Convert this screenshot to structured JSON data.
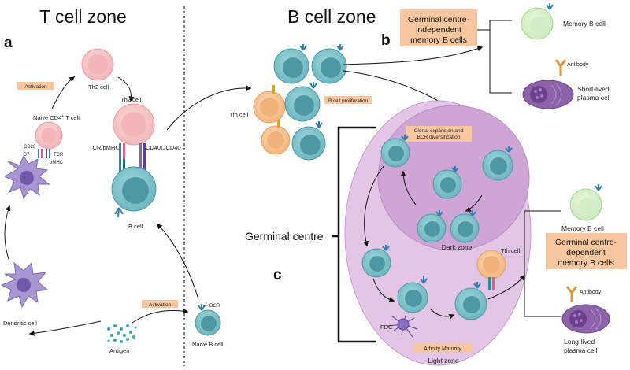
{
  "zones": {
    "t_cell": "T cell zone",
    "b_cell": "B cell zone"
  },
  "panels": {
    "a": "a",
    "b": "b",
    "c": "c"
  },
  "labels": {
    "th2_top": "Th2 cell",
    "th2_mid": "Th2 cell",
    "naive_cd4": "Naive CD4",
    "naive_cd4_sup": "+",
    "naive_cd4_tail": " T cell",
    "cd28": "CD28",
    "b7": "B7",
    "tcr_small": "TCR",
    "pmhc": "pMHC",
    "tcr_pmhc": "TCR/pMHC",
    "cd40": "CD40L/CD40",
    "b_cell": "B cell",
    "naive_b": "Naive B cell",
    "bcr": "BCR",
    "antigen": "Antigen",
    "dendritic": "Dendritic cell",
    "tfh_left": "Tfh cell",
    "tfh_right": "Tfh cell",
    "memory_top": "Memory B cell",
    "memory_bottom": "Memory B cell",
    "antibody_top": "Antibody",
    "antibody_bottom": "Antibody",
    "short_lived_1": "Short-lived",
    "short_lived_2": "plasma cell",
    "long_lived_1": "Long-lived",
    "long_lived_2": "plasma cell",
    "dark_zone": "Dark zone",
    "light_zone": "Light zone",
    "germinal_centre": "Germinal centre",
    "fdc": "FDC"
  },
  "boxes": {
    "activation_top": "Activation",
    "activation_bottom": "Activation",
    "b_proliferation": "B cell proliferation",
    "clonal_1": "Clonal expansion and",
    "clonal_2": "BCR diversification",
    "affinity": "Affinity Maturity",
    "gc_independent_1": "Germinal centre-",
    "gc_independent_2": "independent",
    "gc_independent_3": "memory B cells",
    "gc_dependent_1": "Germinal centre-",
    "gc_dependent_2": "dependent",
    "gc_dependent_3": "memory B cells"
  },
  "colors": {
    "b_cell": "#7fc4cc",
    "b_cell_nucleus": "#4e98a3",
    "th2": "#f6c7c9",
    "tfh": "#f7c79a",
    "memory": "#d8f0cc",
    "plasma": "#8c63a8",
    "dendritic": "#a896d2",
    "gc_outer": "#e2c4e4",
    "gc_dark": "#cfa6d6",
    "label_box": "#f8c7a0",
    "bcr_receptor": "#2e7fb0",
    "antibody": "#d9953c"
  }
}
